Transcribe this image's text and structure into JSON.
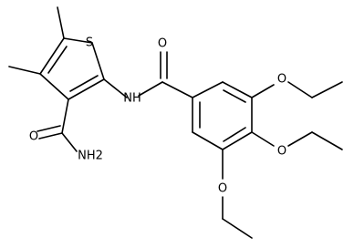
{
  "molecule": {
    "atoms": {
      "sulfur": "S",
      "amide_oxygen": "O",
      "amide_nitrogen": "NH",
      "carboxamide_oxygen": "O",
      "carboxamide_nitrogen": "NH2",
      "ethoxy_oxygen_1": "O",
      "ethoxy_oxygen_2": "O",
      "ethoxy_oxygen_3": "O"
    }
  }
}
